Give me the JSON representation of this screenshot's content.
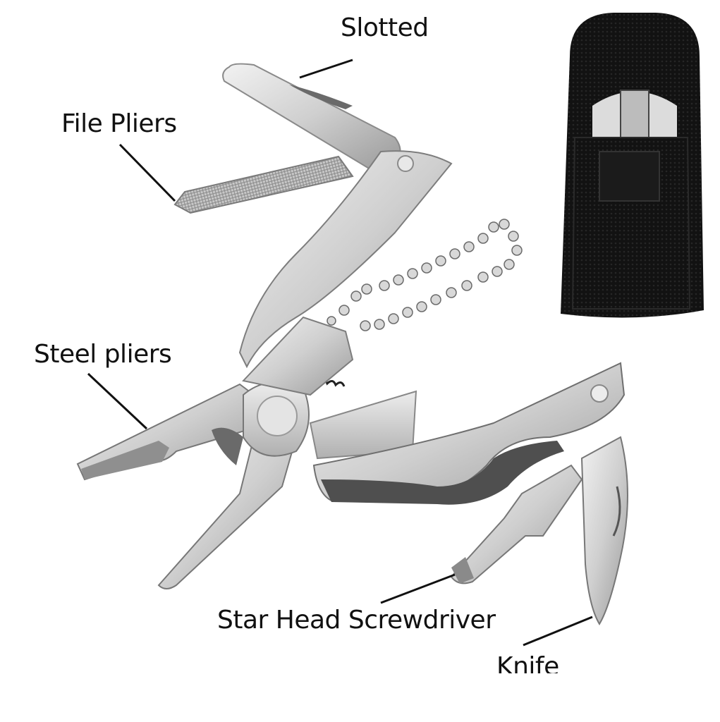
{
  "image": {
    "subject": "Mini folding multi-tool pliers with nylon belt pouch",
    "background": "#ffffff",
    "colors": {
      "steel_light": "#e6e6e6",
      "steel_mid": "#bdbdbd",
      "steel_dark": "#5a5a5a",
      "pouch": "#111111",
      "text": "#111111"
    }
  },
  "labels": {
    "slotted": "Slotted",
    "file_pliers": "File Pliers",
    "steel_pliers": "Steel pliers",
    "star_head_screwdriver": "Star Head Screwdriver",
    "knife": "Knife"
  }
}
